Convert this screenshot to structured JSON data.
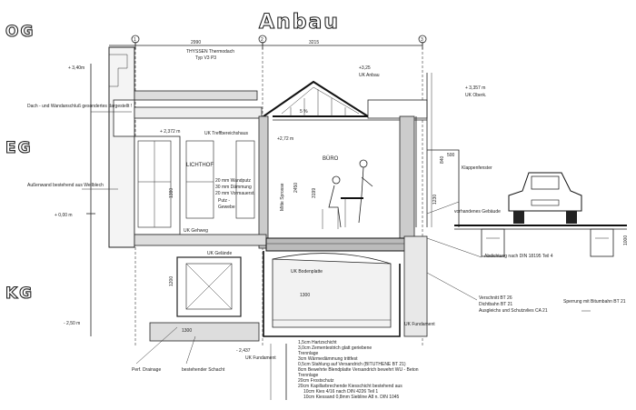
{
  "title": "Anbau",
  "floors": {
    "og": "OG",
    "eg": "EG",
    "kg": "KG"
  },
  "axes": [
    "1",
    "2",
    "3"
  ],
  "dims_top": {
    "d1": "2990",
    "d2": "3215"
  },
  "levels": {
    "l340": "+ 3,40m",
    "l325": "+3,25",
    "uk_anbau": "UK Anbau",
    "l3357": "+ 3,357 m",
    "uk_oberk": "UK Oberk.",
    "l2372": "+ 2,372 m",
    "uk_treffen": "UK Treffbereichshaus",
    "l272": "+2,72 m",
    "l000": "+ 0,00 m",
    "l250": "- 2,50 m",
    "l2437": "- 2,437"
  },
  "labels": {
    "thyssen": "THYSSEN Thermodach",
    "thyssen_typ": "Typ V3 P3",
    "dach_wand": "Dach - und Wandanschluß gesondertes dargestellt !",
    "aussen_wand": "Außenwand bestehend aus Wellblech",
    "lichthof": "LICHTHOF",
    "buero": "BÜRO",
    "wand1": "20 mm Wandputz",
    "wand2": "30 mm Dämmung",
    "wand3": "20 mm Vormauerst.",
    "putz": "Putz -",
    "gewebe": "Gewebe",
    "uk_gehweg": "UK Gehweg",
    "uk_gelaende": "UK Gelände",
    "uk_bodenplatte": "UK Bodenplatte",
    "klappe": "Klappenfenster",
    "vorhandenes": "vorhandenes Gebäude",
    "abdichtung": "Abdichtung nach DIN 18195 Teil 4",
    "verschnitt": "Verschnitt BT 26",
    "dichtbahn": "Dichtbahn BT 21",
    "ausgleich": "Ausgleichs und Schutzvlies CA 21",
    "sperrung": "Sperrung mit Bitumbahn BT 21",
    "drain": "Perf. Drainage",
    "schacht": "bestehender Schacht",
    "uk_fundament": "UK Fundament",
    "uk_fund2": "UK Fundament",
    "dim1300": "1300",
    "dim1380": "1380",
    "dim1200": "1200",
    "dim2450": "2450",
    "dim3199": "3199",
    "dim840": "840",
    "dim500": "500",
    "dim1230": "1230",
    "dim5": "5 %",
    "mitte": "Mitte Sprosse",
    "dim1000": "1000",
    "dim1300b": "1300"
  },
  "layers": [
    "1,5cm Hartzschicht",
    "3,0cm Zementestrich glatt geriebene",
    "Trennlage",
    "3cm Wärmedämmung trittfest",
    "0,5cm Stahlung auf Versandrich (BITUTHENE BT 21)",
    "8cm Bewehrte Blendplatte Versandrich bewehrt WU - Beton",
    "Trennlage",
    "20cm Frostschutz",
    "20cm Kapillarbrechende Kiesschicht bestehend aus",
    "10cm Kies 4/16 nach DIN 4226 Teil 1",
    "10cm Kiessand 0,8mm Siebline A8 n. DIN 1045"
  ]
}
